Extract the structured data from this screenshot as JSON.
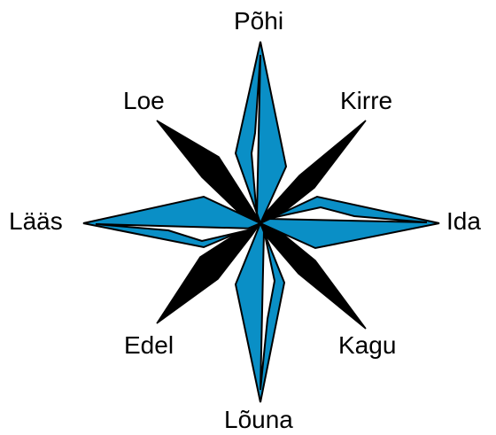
{
  "colors": {
    "cardinal_fill": "#0a8fc6",
    "cardinal_hollow": "#ffffff",
    "intercardinal_fill": "#000000",
    "outline": "#000000",
    "text": "#000000"
  },
  "labels": {
    "north": "Põhi",
    "northeast": "Kirre",
    "east": "Ida",
    "southeast": "Kagu",
    "south": "Lõuna",
    "southwest": "Edel",
    "west": "Lääs",
    "northwest": "Loe"
  }
}
